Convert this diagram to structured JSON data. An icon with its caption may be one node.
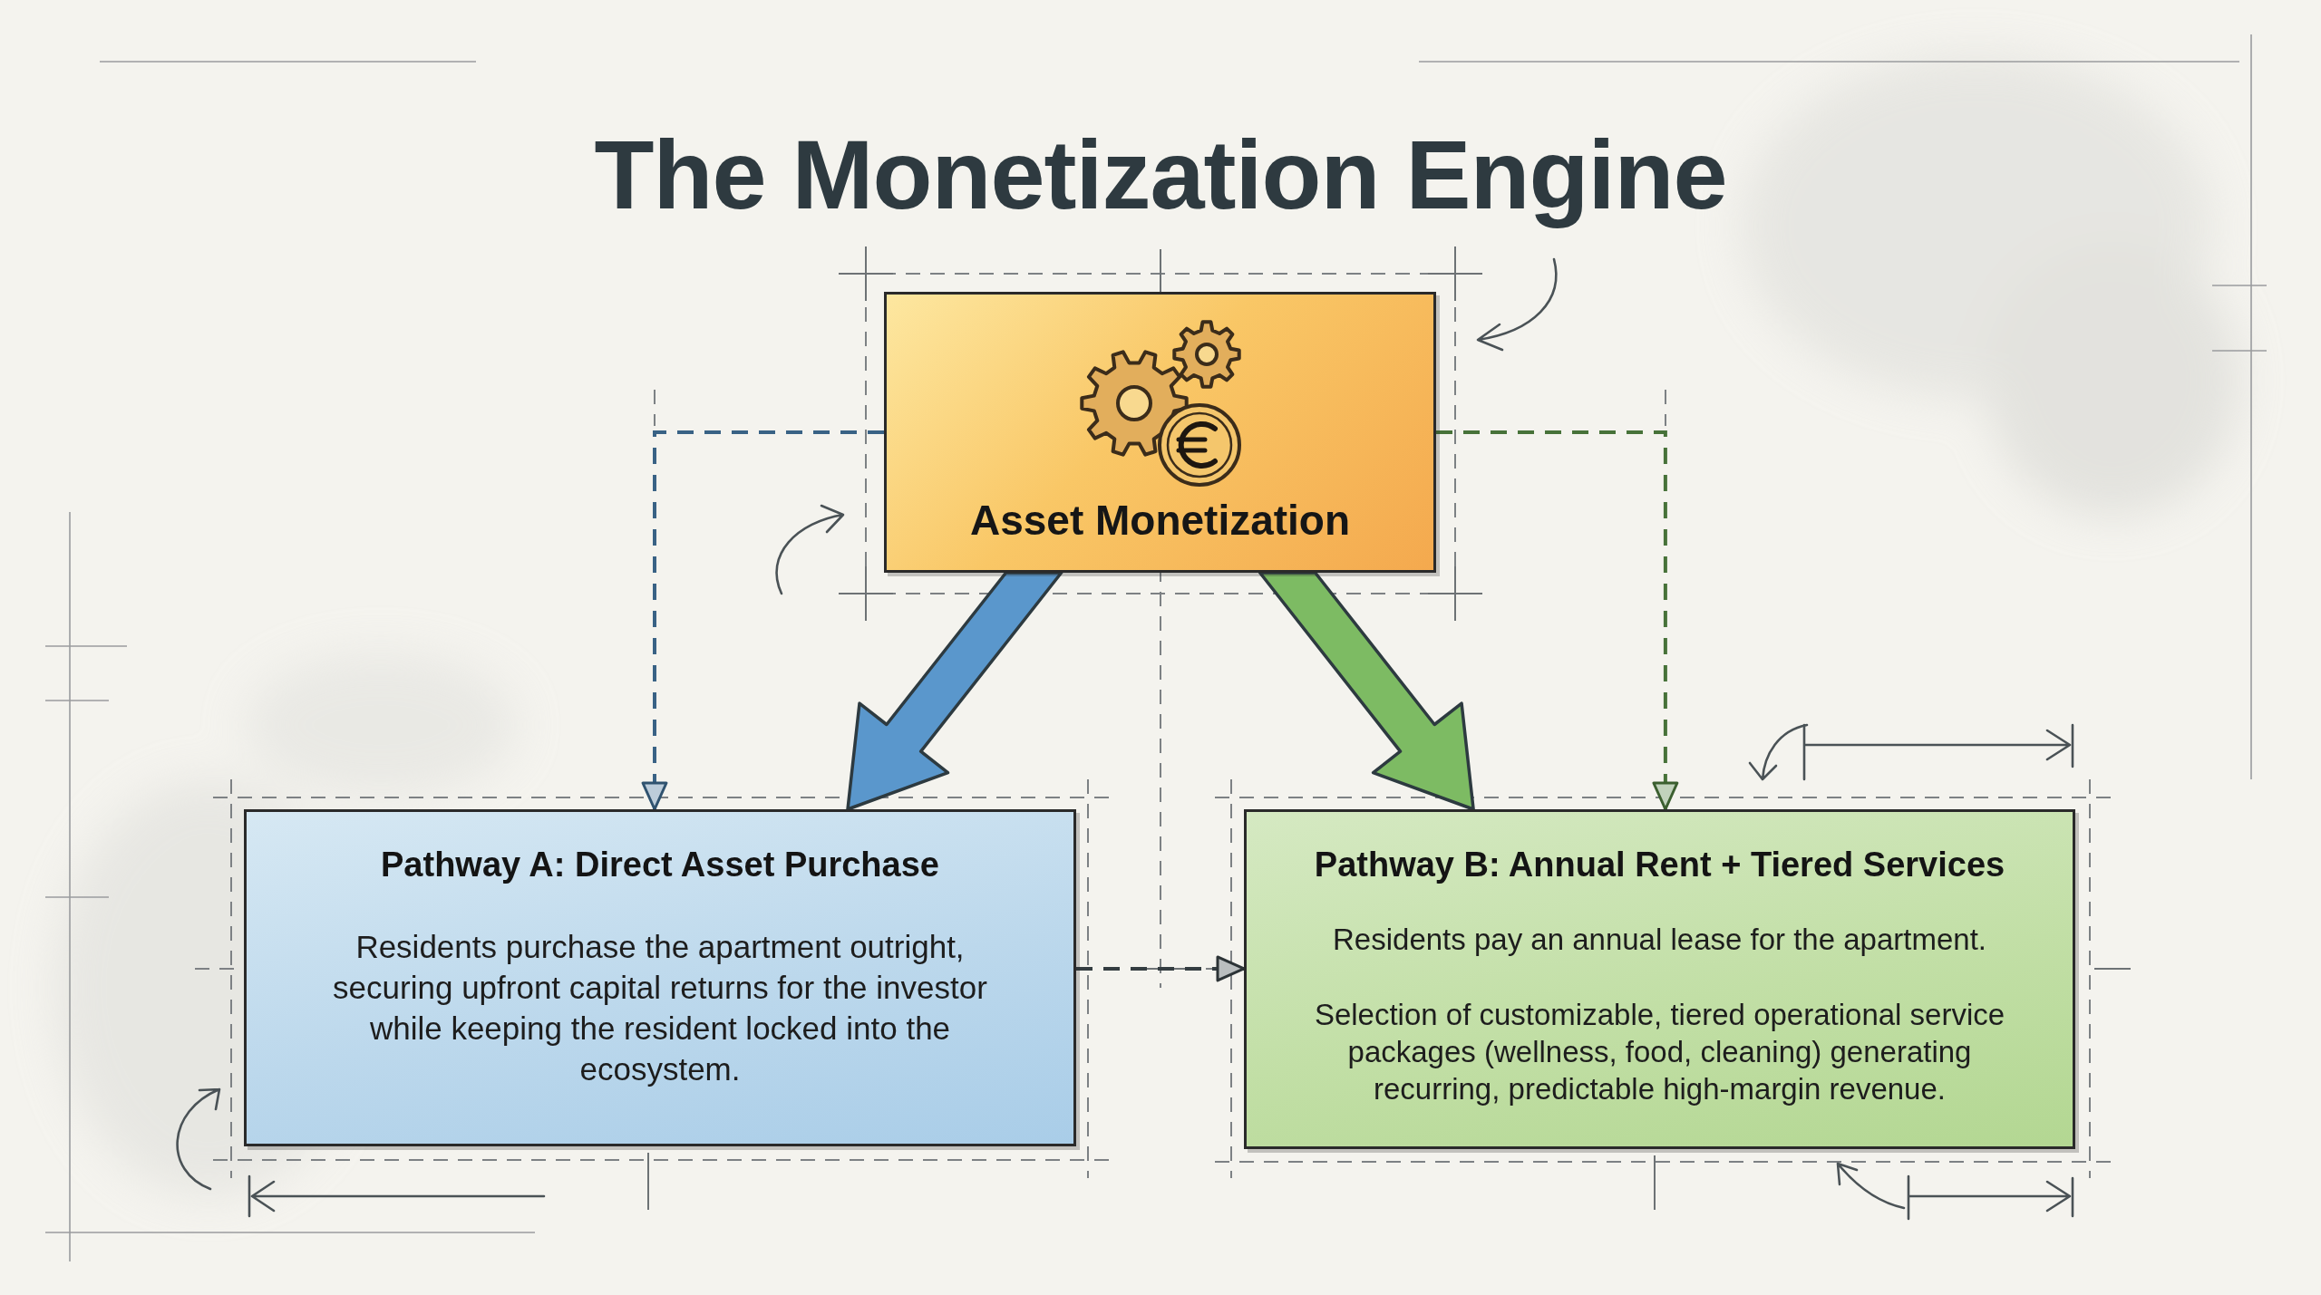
{
  "diagram": {
    "title": "The Monetization Engine",
    "nodes": [
      {
        "text": [
          "Asset Monetization"
        ]
      },
      {
        "text": [
          "Pathway A: Direct Asset Purchase",
          "Residents purchase the apartment outright, securing upfront capital returns for the investor while keeping the resident locked into the ecosystem."
        ]
      },
      {
        "text": [
          "Pathway B: Annual Rent + Tiered Services",
          "Residents pay an annual lease for the apartment.",
          "Selection of customizable, tiered operational service packages (wellness, food, cleaning) generating recurring, predictable high-margin revenue."
        ]
      }
    ],
    "edges": [
      {
        "from": 0,
        "to": 1,
        "arrow": "to",
        "style": "dashed",
        "color": "#3f6d94"
      },
      {
        "from": 0,
        "to": 1,
        "arrow": "to",
        "style": "thick",
        "color": "#5a97cc"
      },
      {
        "from": 0,
        "to": 2,
        "arrow": "to",
        "style": "thick",
        "color": "#7dbb63"
      },
      {
        "from": 0,
        "to": 2,
        "arrow": "to",
        "style": "dashed",
        "color": "#4f7f3f"
      },
      {
        "from": 1,
        "to": 2,
        "arrow": "to",
        "style": "dashed"
      }
    ]
  }
}
